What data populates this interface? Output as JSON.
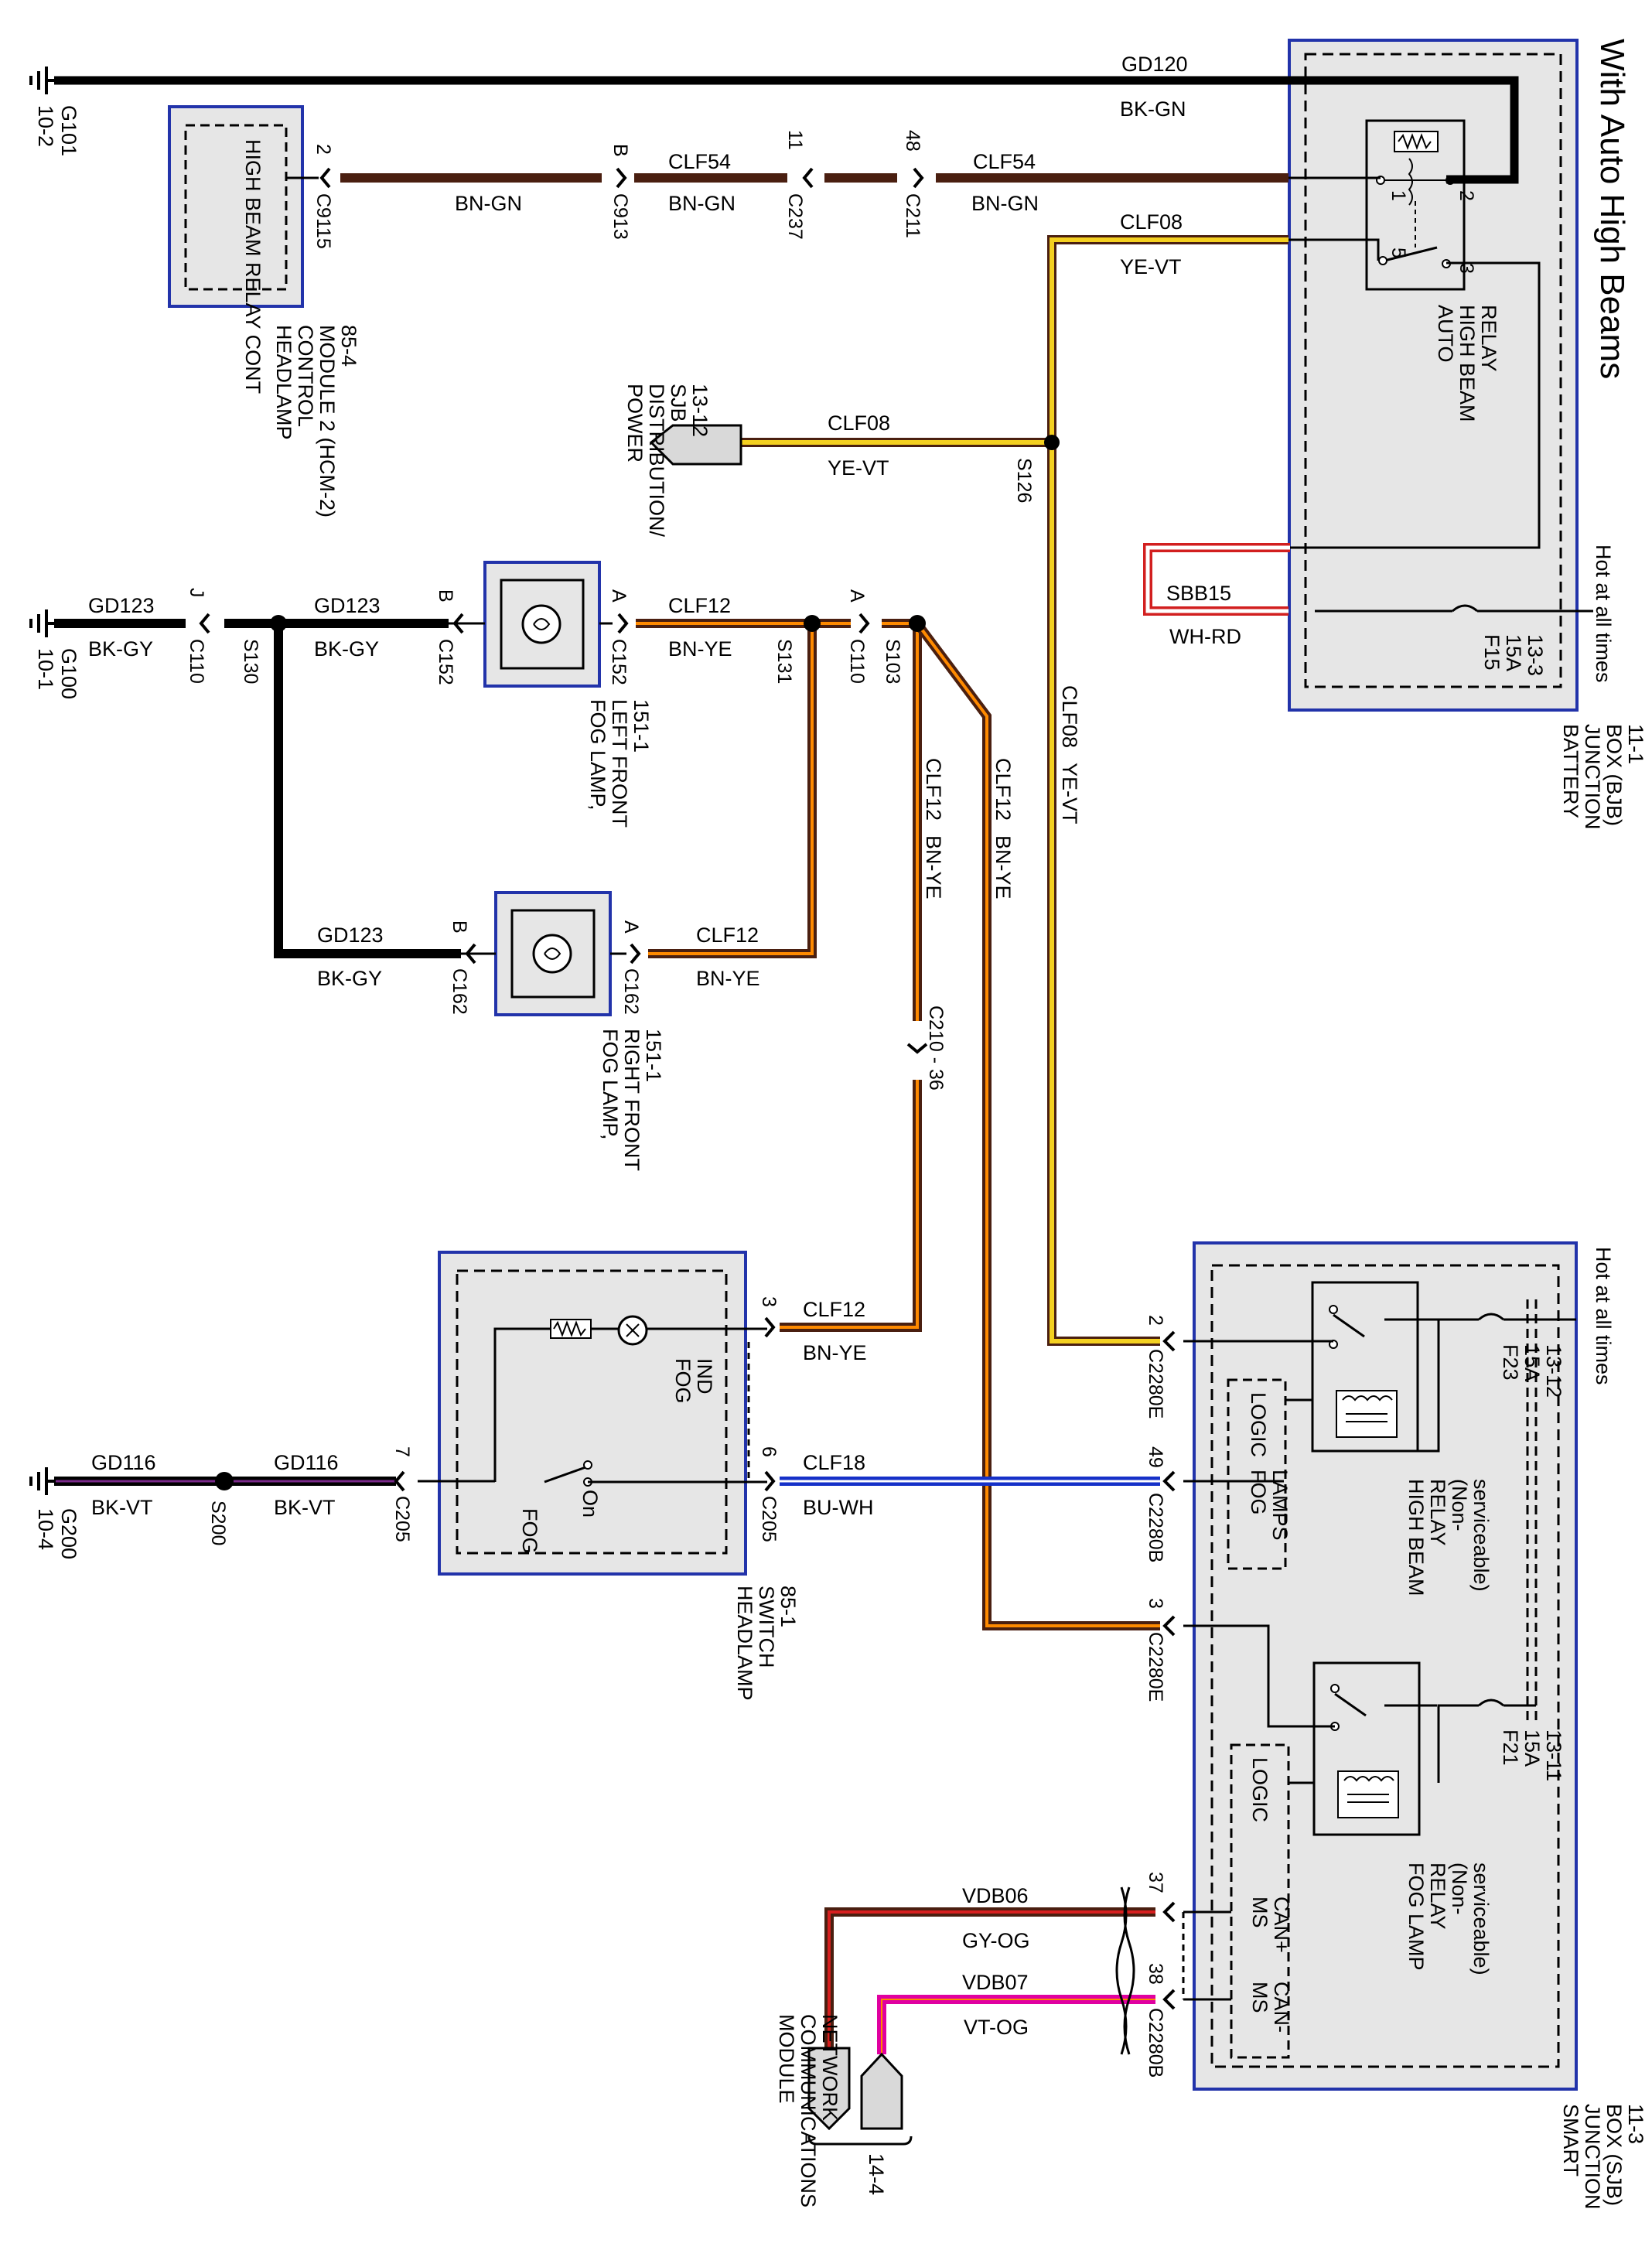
{
  "title": "With Auto High Beams",
  "hot_labels": [
    "Hot at all times",
    "Hot at all times"
  ],
  "colors": {
    "BK": "#000000",
    "BN": "#4a1f10",
    "YE": "#f4d020",
    "OG": "#ff8a00",
    "BU": "#1530c8",
    "WH": "#ffffff",
    "RD": "#d21f1f",
    "VT": "#e000a0",
    "GY": "#8a8a8a",
    "GN": "#1f8a2e",
    "RT": "#d81f1f",
    "box_fill": "#e6e6e6",
    "box_border": "#2233aa"
  },
  "grounds": {
    "g101": [
      "G101",
      "10-2"
    ],
    "g100": [
      "G100",
      "10-1"
    ],
    "g200": [
      "G200",
      "10-4"
    ]
  },
  "wires": {
    "gd120": [
      "GD120",
      "BK-GN"
    ],
    "clf54_a": [
      "CLF54",
      "BN-GN"
    ],
    "bn_gn": "BN-GN",
    "clf54_b": [
      "CLF54",
      "BN-GN"
    ],
    "clf08_top": [
      "CLF08",
      "YE-VT"
    ],
    "clf08_mid": [
      "CLF08",
      "YE-VT"
    ],
    "clf08_vert": [
      "CLF08",
      "YE-VT"
    ],
    "sbb15": [
      "SBB15",
      "WH-RD"
    ],
    "gd123_a": [
      "GD123",
      "BK-GY"
    ],
    "gd123_b": [
      "GD123",
      "BK-GY"
    ],
    "gd123_c": [
      "GD123",
      "BK-GY"
    ],
    "clf12_a": [
      "CLF12",
      "BN-YE"
    ],
    "clf12_b": [
      "CLF12",
      "BN-YE"
    ],
    "clf12_v1": [
      "CLF12",
      "BN-YE"
    ],
    "clf12_v2": [
      "CLF12",
      "BN-YE"
    ],
    "clf12_c": [
      "CLF12",
      "BN-YE"
    ],
    "gd116_a": [
      "GD116",
      "BK-VT"
    ],
    "gd116_b": [
      "GD116",
      "BK-VT"
    ],
    "clf18": [
      "CLF18",
      "BU-WH"
    ],
    "vdb06": [
      "VDB06",
      "GY-OG"
    ],
    "vdb07": [
      "VDB07",
      "VT-OG"
    ]
  },
  "connectors": {
    "c9115": [
      "2",
      "C9115"
    ],
    "c913": [
      "B",
      "C913"
    ],
    "c237": [
      "11",
      "C237"
    ],
    "c211": [
      "48",
      "C211"
    ],
    "c110_j": [
      "J",
      "C110"
    ],
    "s130": "S130",
    "c152_b": [
      "B",
      "C152"
    ],
    "c152_a": [
      "A",
      "C152"
    ],
    "s131": "S131",
    "c110_a": [
      "A",
      "C110"
    ],
    "s103": "S103",
    "s126": "S126",
    "c162_b": [
      "B",
      "C162"
    ],
    "c162_a": [
      "A",
      "C162"
    ],
    "c210": "C210 - 36",
    "c205_7": [
      "7",
      "C205"
    ],
    "c205_6": [
      "6",
      "C205"
    ],
    "c205_3": "3",
    "s200": "S200",
    "c2280e_2": [
      "2",
      "C2280E"
    ],
    "c2280b_49": [
      "49",
      "C2280B"
    ],
    "c2280e_3": [
      "3",
      "C2280E"
    ],
    "c2280b_37": "37",
    "c2280b_38": [
      "38",
      "C2280B"
    ]
  },
  "components": {
    "hcm_box": "HIGH BEAM RELAY CONT",
    "hcm": [
      "HEADLAMP",
      "CONTROL",
      "MODULE 2 (HCM-2)",
      "85-4"
    ],
    "power_dist": [
      "POWER",
      "DISTRIBUTION/",
      "SJB",
      "13-12"
    ],
    "bjb": [
      "BATTERY",
      "JUNCTION",
      "BOX (BJB)",
      "11-1"
    ],
    "auto_relay": [
      "AUTO",
      "HIGH BEAM",
      "RELAY"
    ],
    "auto_relay_pins": [
      "1",
      "2",
      "5",
      "3"
    ],
    "f15": [
      "F15",
      "15A",
      "13-3"
    ],
    "fog_lf": [
      "FOG LAMP,",
      "LEFT FRONT",
      "151-1"
    ],
    "fog_rf": [
      "FOG LAMP,",
      "RIGHT FRONT",
      "151-1"
    ],
    "headlamp_switch": [
      "HEADLAMP",
      "SWITCH",
      "85-1"
    ],
    "fog_ind": [
      "FOG",
      "IND"
    ],
    "switch_on": "On",
    "switch_fog": "FOG",
    "sjb": [
      "SMART",
      "JUNCTION",
      "BOX (SJB)",
      "11-3"
    ],
    "f23": [
      "F23",
      "15A",
      "13-12"
    ],
    "f21": [
      "F21",
      "15A",
      "13-11"
    ],
    "high_beam_relay": [
      "HIGH BEAM",
      "RELAY",
      "(Non-",
      "serviceable)"
    ],
    "fog_relay": [
      "FOG LAMP",
      "RELAY",
      "(Non-",
      "serviceable)"
    ],
    "logic_fog": [
      "LOGIC",
      "FOG",
      "LAMPS"
    ],
    "logic_can": [
      "LOGIC",
      "MS",
      "CAN+",
      "MS",
      "CAN-"
    ],
    "mcn": [
      "MODULE",
      "COMMUNICATIONS",
      "NETWORK"
    ],
    "mcn_ref": "14-4"
  }
}
